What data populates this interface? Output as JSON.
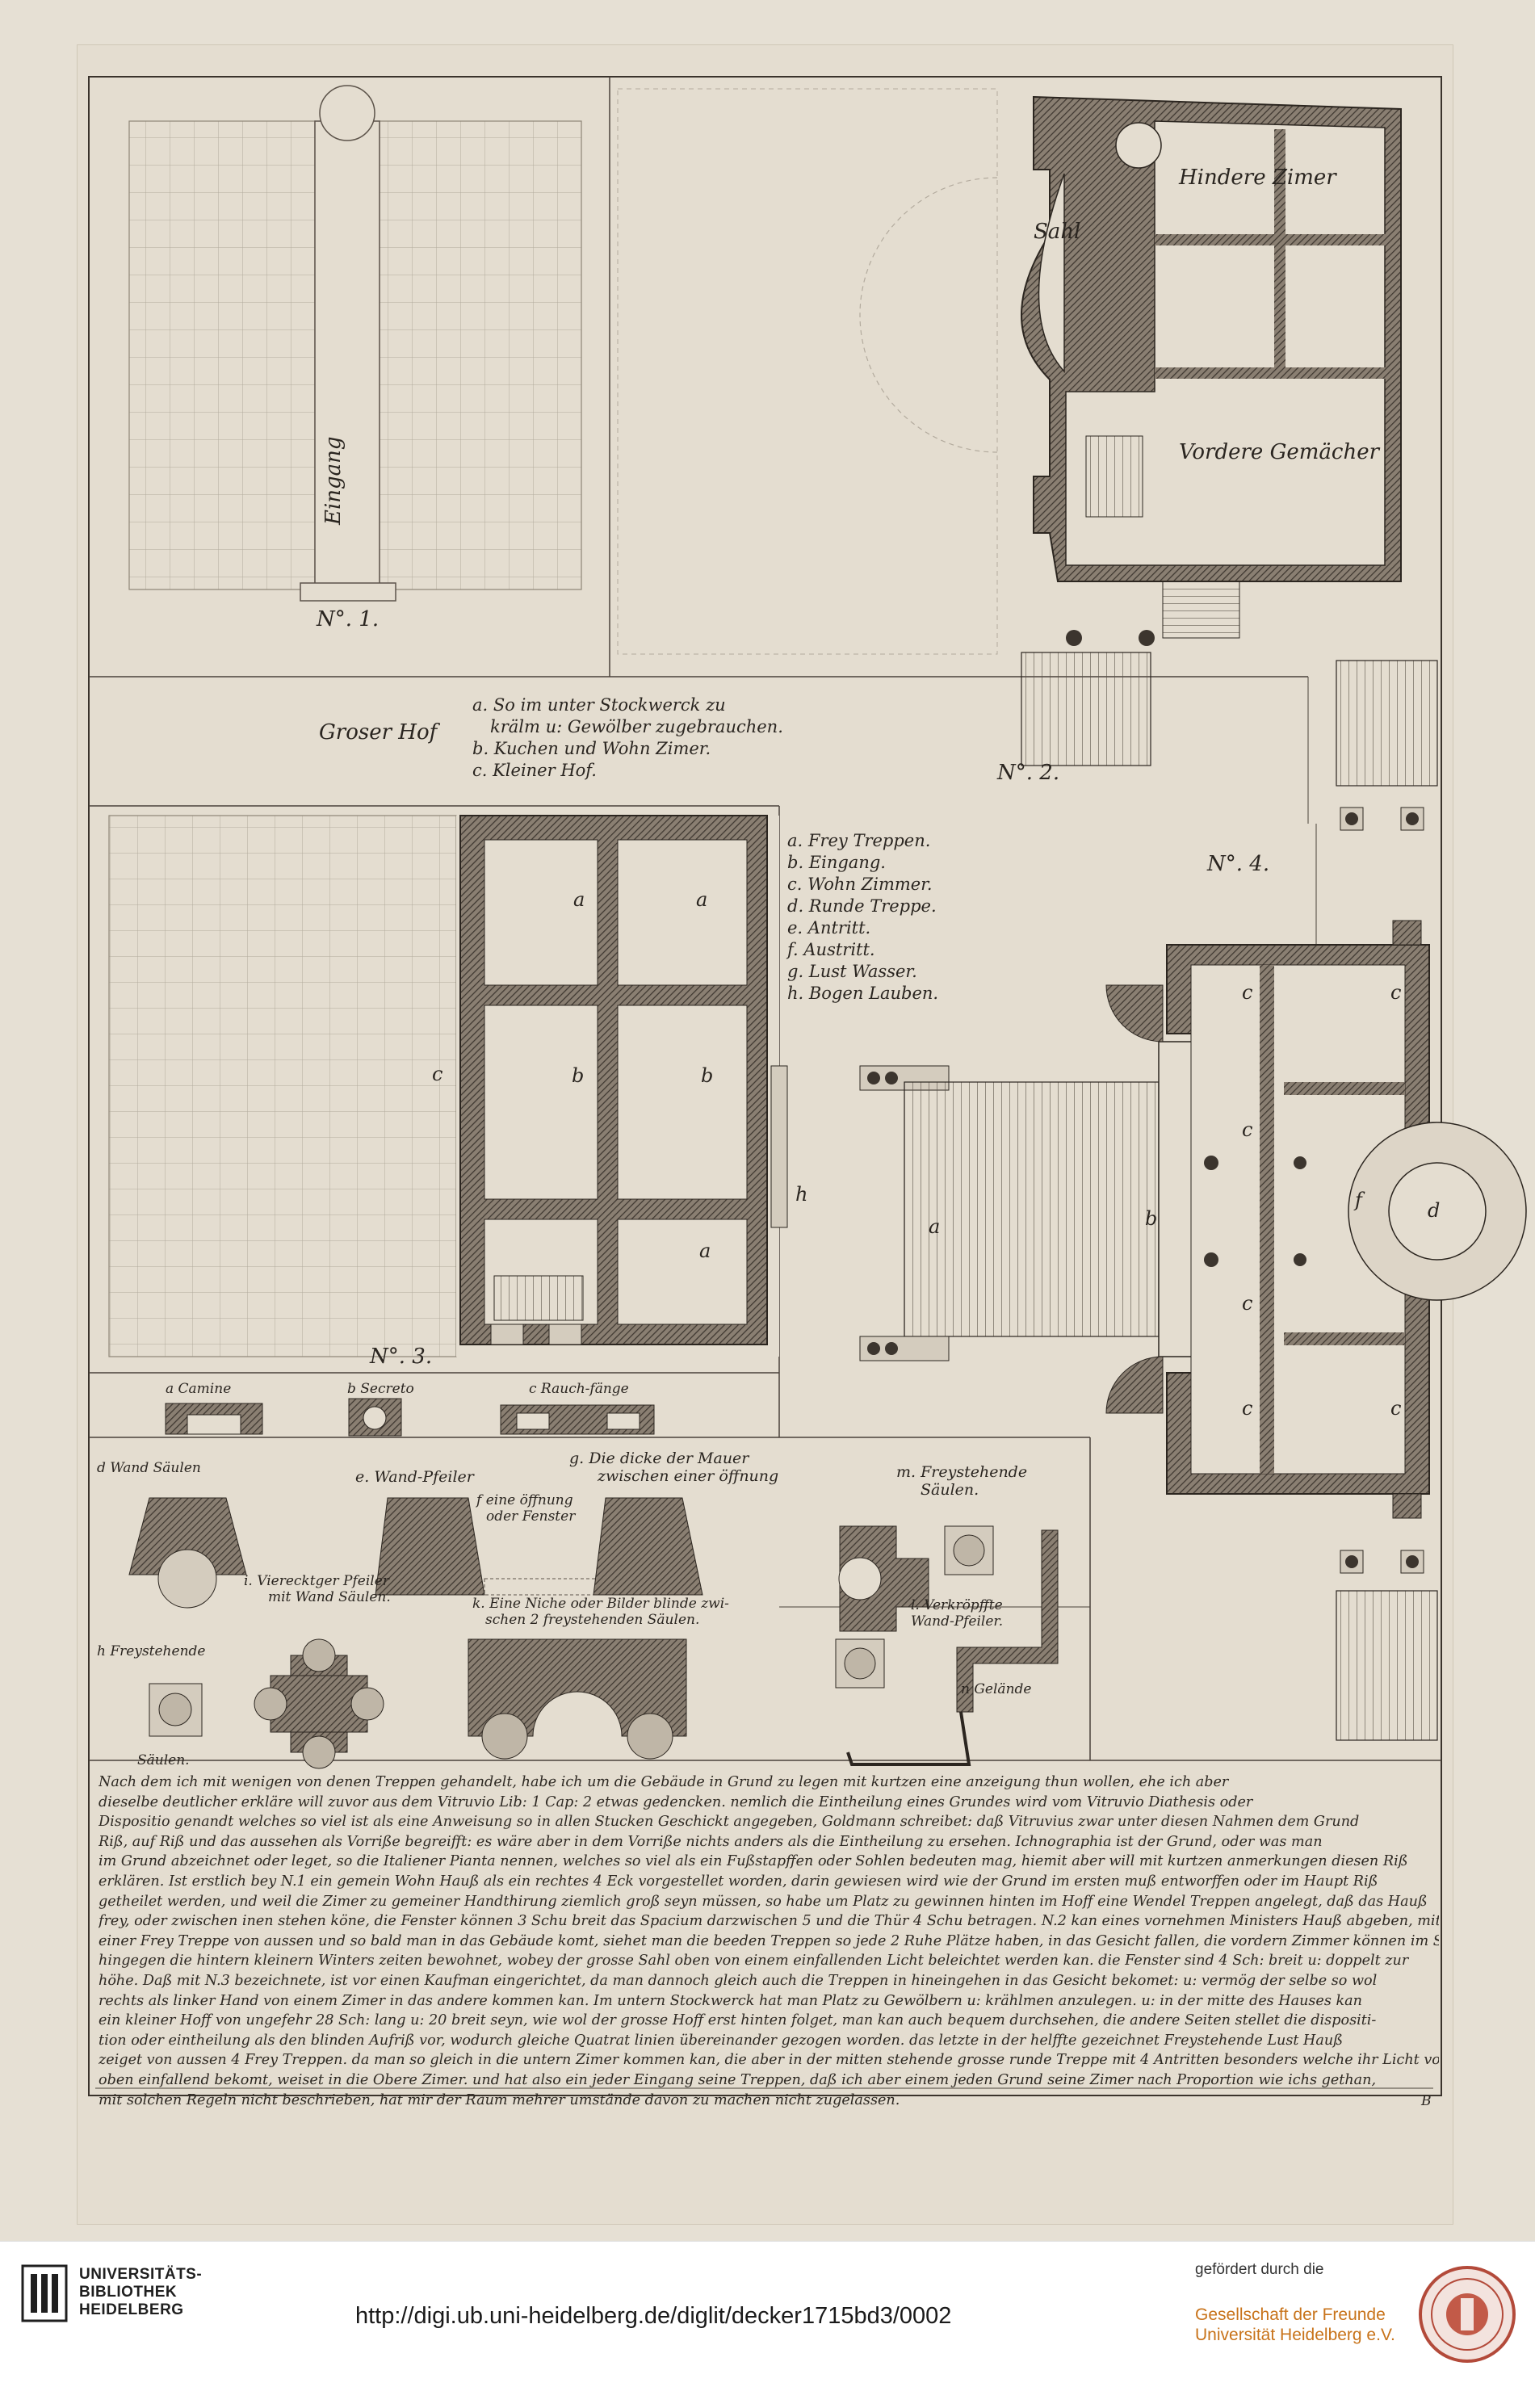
{
  "plates": {
    "no1": {
      "number": "N°. 1.",
      "entrance": "Eingang"
    },
    "no2": {
      "number": "N°. 2.",
      "hall": "Sahl",
      "rear_rooms": "Hindere Zimer",
      "front_rooms": "Vordere Gemächer"
    },
    "no3": {
      "number": "N°. 3.",
      "court": "Groser Hof",
      "legend": [
        "a. So im unter Stockwerck zu",
        "krälm u: Gewölber zugebrauchen.",
        "b. Kuchen und Wohn Zimer.",
        "c. Kleiner Hof."
      ],
      "letters": {
        "a": "a",
        "b": "b",
        "c": "c",
        "h": "h"
      }
    },
    "no4": {
      "number": "N°. 4.",
      "legend": [
        "a. Frey Treppen.",
        "b. Eingang.",
        "c. Wohn Zimmer.",
        "d. Runde Treppe.",
        "e. Antritt.",
        "f. Austritt.",
        "g. Lust Wasser.",
        "h. Bogen Lauben."
      ],
      "letters": {
        "a": "a",
        "b": "b",
        "c": "c",
        "d": "d",
        "f": "f"
      }
    },
    "details": {
      "camine": "a Camine",
      "secreto": "b Secreto",
      "rauchfaenge": "c Rauch-fänge",
      "wand_saeulen": "d Wand Säulen",
      "wand_pfeiler": "e. Wand-Pfeiler",
      "mauer": [
        "g. Die dicke der Mauer",
        "zwischen einer öffnung"
      ],
      "oeffnung": [
        "f eine öffnung",
        "oder Fenster"
      ],
      "vierecket": [
        "i. Vierecktger Pfeiler",
        "mit Wand Säulen."
      ],
      "niche": [
        "k. Eine Niche oder Bilder blinde zwi-",
        "schen 2 freystehenden Säulen."
      ],
      "freystehende_top": [
        "m. Freystehende",
        "Säulen."
      ],
      "freystehende_h": [
        "h Freystehende",
        "Säulen."
      ],
      "verkroepfte": [
        "l. Verkröpffte",
        "Wand-Pfeiler."
      ],
      "gelaender": "n Gelände",
      "letters": {
        "d": "d",
        "i": "i",
        "e": "e",
        "f": "f",
        "g": "g",
        "h": "h",
        "k": "k",
        "l": "l",
        "m": "m",
        "n": "n",
        "a": "a",
        "b": "b",
        "c": "c"
      }
    }
  },
  "description": [
    "Nach dem ich mit wenigen von denen Treppen gehandelt, habe ich um die Gebäude in Grund zu legen mit kurtzen eine anzeigung thun wollen, ehe ich aber",
    "dieselbe deutlicher erkläre will zuvor aus dem Vitruvio Lib: 1 Cap: 2 etwas gedencken. nemlich die Eintheilung eines Grundes wird vom Vitruvio Diathesis oder",
    "Dispositio genandt welches so viel ist als eine Anweisung so in allen Stucken Geschickt angegeben, Goldmann schreibet: daß Vitruvius zwar unter diesen Nahmen dem Grund",
    "Riß, auf Riß und das aussehen als Vorriße begreifft: es wäre aber in dem Vorriße nichts anders als die Eintheilung zu ersehen. Ichnographia ist der Grund, oder was man",
    "im Grund abzeichnet oder leget, so die Italiener Pianta nennen, welches so viel als ein Fußstapffen oder Sohlen bedeuten mag, hiemit aber will mit kurtzen anmerkungen diesen Riß",
    "erklären. Ist erstlich bey N.1 ein gemein Wohn Hauß als ein rechtes 4 Eck vorgestellet worden, darin gewiesen wird wie der Grund im ersten muß entworffen oder im Haupt Riß",
    "getheilet werden, und weil die Zimer zu gemeiner Handthirung ziemlich groß seyn müssen, so habe um Platz zu gewinnen hinten im Hoff eine Wendel Treppen angelegt, daß das Hauß",
    "frey, oder zwischen inen stehen köne, die Fenster können 3 Schu breit das Spacium darzwischen 5 und die Thür 4 Schu betragen. N.2 kan eines vornehmen Ministers Hauß abgeben, mit",
    "einer Frey Treppe von aussen und so bald man in das Gebäude komt, siehet man die beeden Treppen so jede 2 Ruhe Plätze haben, in das Gesicht fallen, die vordern Zimmer können im Sommer,",
    "hingegen die hintern kleinern Winters zeiten bewohnet, wobey der grosse Sahl oben von einem einfallenden Licht beleichtet werden kan. die Fenster sind 4 Sch: breit u: doppelt zur",
    "höhe. Daß mit N.3 bezeichnete, ist vor einen Kaufman eingerichtet, da man dannoch gleich auch die Treppen in hineingehen in das Gesicht bekomet: u: vermög der selbe so wol",
    "rechts als linker Hand von einem Zimer in das andere kommen kan. Im untern Stockwerck hat man Platz zu Gewölbern u: krählmen anzulegen. u: in der mitte des Hauses kan",
    "ein kleiner Hoff von ungefehr 28 Sch: lang u: 20 breit seyn, wie wol der grosse Hoff erst hinten folget, man kan auch bequem durchsehen, die andere Seiten stellet die dispositi-",
    "tion oder eintheilung als den blinden Aufriß vor, wodurch gleiche Quatrat linien übereinander gezogen worden. das letzte in der helffte gezeichnet Freystehende Lust Hauß",
    "zeiget von aussen 4 Frey Treppen. da man so gleich in die untern Zimer kommen kan, die aber in der mitten stehende grosse runde Treppe mit 4 Antritten besonders welche ihr Licht von",
    "oben einfallend bekomt, weiset in die Obere Zimer. und hat also ein jeder Eingang seine Treppen, daß ich aber einem jeden Grund seine Zimer nach Proportion wie ichs gethan,",
    "mit solchen Regeln nicht beschrieben, hat mir der Raum mehrer umstände davon zu machen nicht zugelassen."
  ],
  "sheet_mark": "B",
  "footer": {
    "library_name": [
      "UNIVERSITÄTS-",
      "BIBLIOTHEK",
      "HEIDELBERG"
    ],
    "url": "http://digi.ub.uni-heidelberg.de/diglit/decker1715bd3/0002",
    "sponsor_label": "gefördert durch die",
    "sponsor_name": [
      "Gesellschaft der Freunde",
      "Universität Heidelberg e.V."
    ]
  },
  "colors": {
    "paper": "#e4ddd0",
    "ink": "#2a2520",
    "wall_hatch": "#6e6358",
    "grid": "#a79e91",
    "accent_orange": "#c8731a"
  }
}
